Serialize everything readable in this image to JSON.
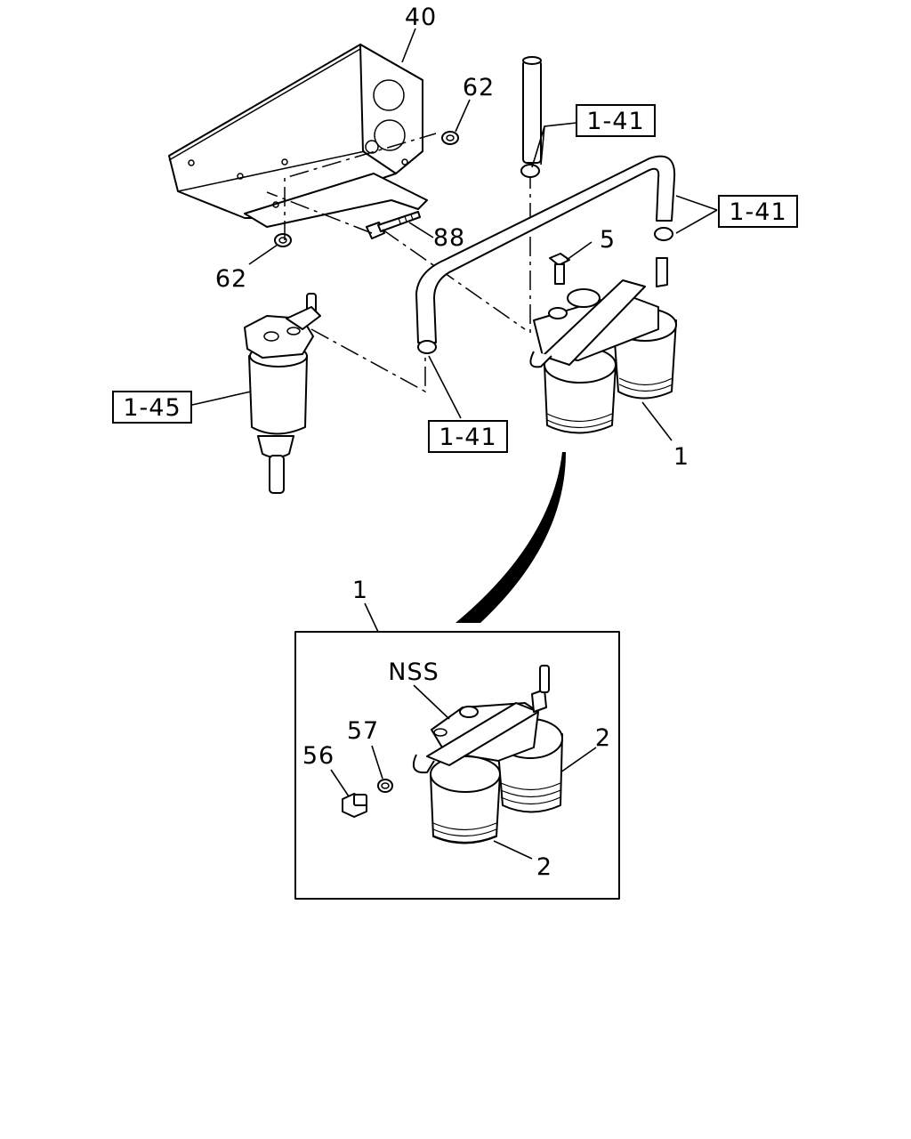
{
  "callouts": {
    "bracket": "40",
    "nut_upper": "62",
    "nut_lower": "62",
    "bolt_long": "88",
    "bolt_short": "5",
    "filter_assembly": "1",
    "detail_assembly": "1",
    "element_upper": "2",
    "element_lower": "2",
    "head": "NSS",
    "o_ring": "57",
    "plug": "56"
  },
  "references": {
    "hose_top": "1-41",
    "hose_right": "1-41",
    "hose_left": "1-41",
    "sediment_filter": "1-45"
  },
  "colors": {
    "line": "#000000",
    "background": "#ffffff"
  }
}
